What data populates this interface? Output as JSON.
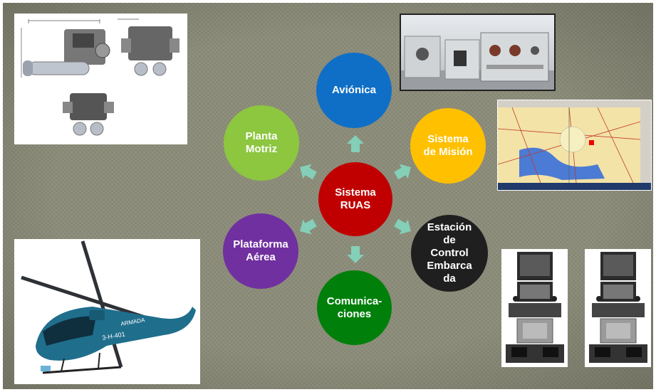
{
  "diagram": {
    "center": {
      "label": "Sistema\nRUAS",
      "color": "#c00000"
    },
    "nodes": [
      {
        "id": "avionica",
        "label": "Aviónica",
        "color": "#0f6fc6"
      },
      {
        "id": "sistema-mision",
        "label": "Sistema\nde Misión",
        "color": "#ffc000"
      },
      {
        "id": "estacion-control",
        "label": "Estación\nde\nControl\nEmbarca\nda",
        "color": "#1f1f1f"
      },
      {
        "id": "comunicaciones",
        "label": "Comunica-\nciones",
        "color": "#00800b"
      },
      {
        "id": "plataforma-aerea",
        "label": "Plataforma\nAérea",
        "color": "#7030a0"
      },
      {
        "id": "planta-motriz",
        "label": "Planta\nMotriz",
        "color": "#8dc63f"
      }
    ],
    "arrow_color": "#84cfb8",
    "background_color": "#8a8a78"
  },
  "helicopter": {
    "markings": [
      "ARMADA",
      "3-H-401"
    ]
  }
}
